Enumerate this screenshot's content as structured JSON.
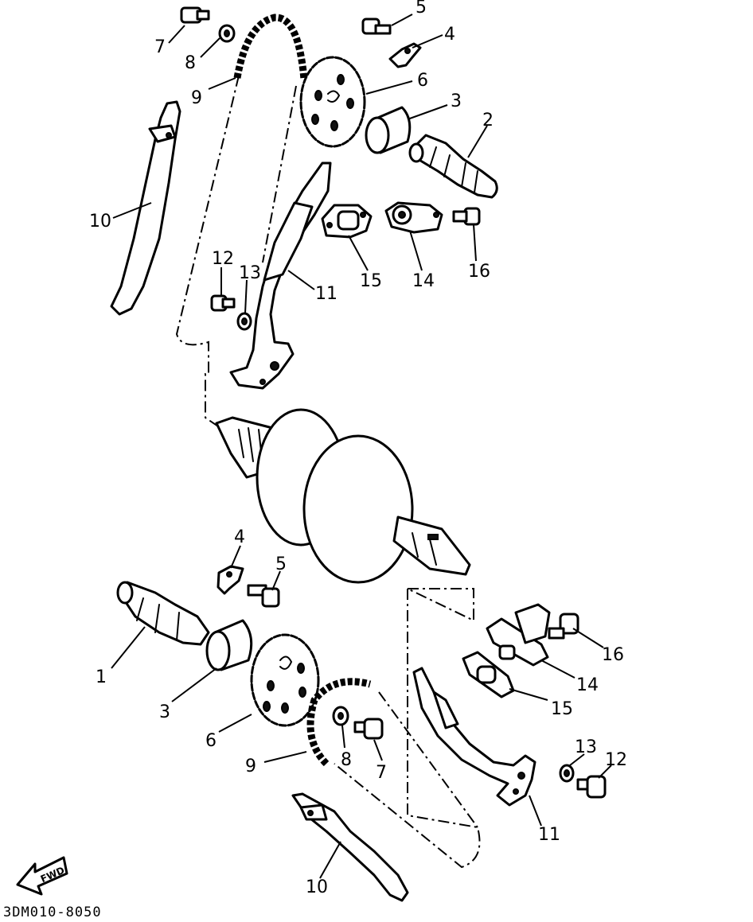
{
  "callouts": [
    {
      "id": "c7a",
      "text": "7"
    },
    {
      "id": "c8a",
      "text": "8"
    },
    {
      "id": "c9a",
      "text": "9"
    },
    {
      "id": "c5a",
      "text": "5"
    },
    {
      "id": "c4a",
      "text": "4"
    },
    {
      "id": "c6a",
      "text": "6"
    },
    {
      "id": "c3a",
      "text": "3"
    },
    {
      "id": "c2",
      "text": "2"
    },
    {
      "id": "c10a",
      "text": "10"
    },
    {
      "id": "c12a",
      "text": "12"
    },
    {
      "id": "c13a",
      "text": "13"
    },
    {
      "id": "c11a",
      "text": "11"
    },
    {
      "id": "c15a",
      "text": "15"
    },
    {
      "id": "c14a",
      "text": "14"
    },
    {
      "id": "c16a",
      "text": "16"
    },
    {
      "id": "c4b",
      "text": "4"
    },
    {
      "id": "c5b",
      "text": "5"
    },
    {
      "id": "c1",
      "text": "1"
    },
    {
      "id": "c3b",
      "text": "3"
    },
    {
      "id": "c6b",
      "text": "6"
    },
    {
      "id": "c9b",
      "text": "9"
    },
    {
      "id": "c8b",
      "text": "8"
    },
    {
      "id": "c7b",
      "text": "7"
    },
    {
      "id": "c16b",
      "text": "16"
    },
    {
      "id": "c14b",
      "text": "14"
    },
    {
      "id": "c15b",
      "text": "15"
    },
    {
      "id": "c13b",
      "text": "13"
    },
    {
      "id": "c12b",
      "text": "12"
    },
    {
      "id": "c11b",
      "text": "11"
    },
    {
      "id": "c10b",
      "text": "10"
    }
  ],
  "fwd_label": "FWD",
  "diagram_code": "3DM010-8050"
}
